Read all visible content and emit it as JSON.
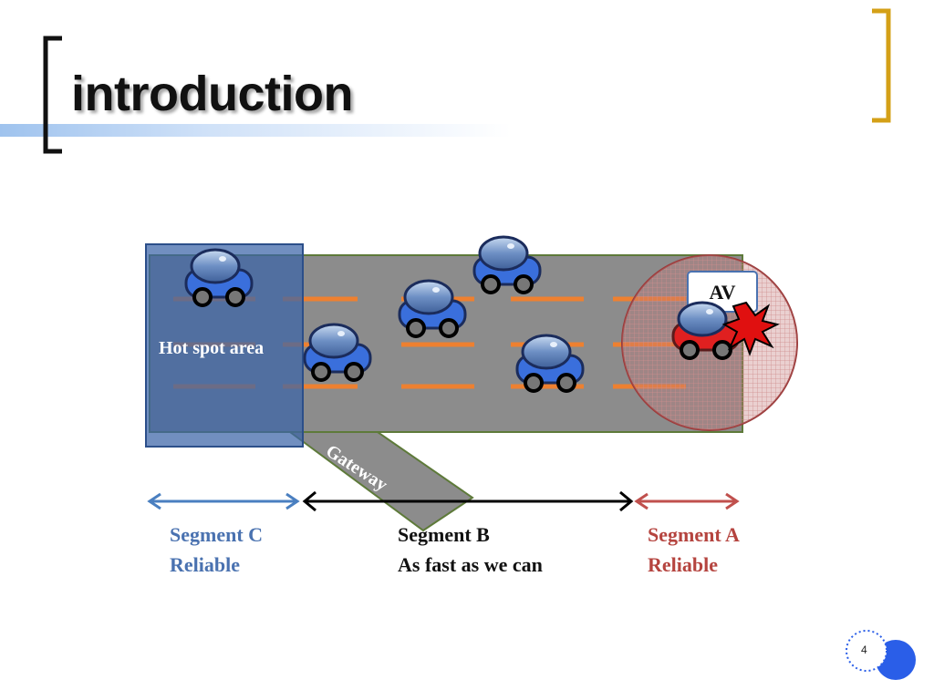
{
  "slide": {
    "title": "introduction",
    "page_number": "4"
  },
  "diagram": {
    "hotspot_label": "Hot spot area",
    "gateway_label": "Gateway",
    "av_label": "AV",
    "segments": [
      {
        "id": "C",
        "line1": "Segment C",
        "line2": "Reliable",
        "color": "#4a72b0"
      },
      {
        "id": "B",
        "line1": "Segment B",
        "line2": "As fast as we can",
        "color": "#111111"
      },
      {
        "id": "A",
        "line1": "Segment A",
        "line2": "Reliable",
        "color": "#b5443f"
      }
    ]
  },
  "colors": {
    "accent_gold": "#d4a017",
    "road": "#8c8c8c",
    "lane_marker": "#ee8030",
    "hotspot": "#3a64a8",
    "car_blue": "#3a6fdc",
    "car_red": "#e02020",
    "av_zone": "#c47878"
  }
}
